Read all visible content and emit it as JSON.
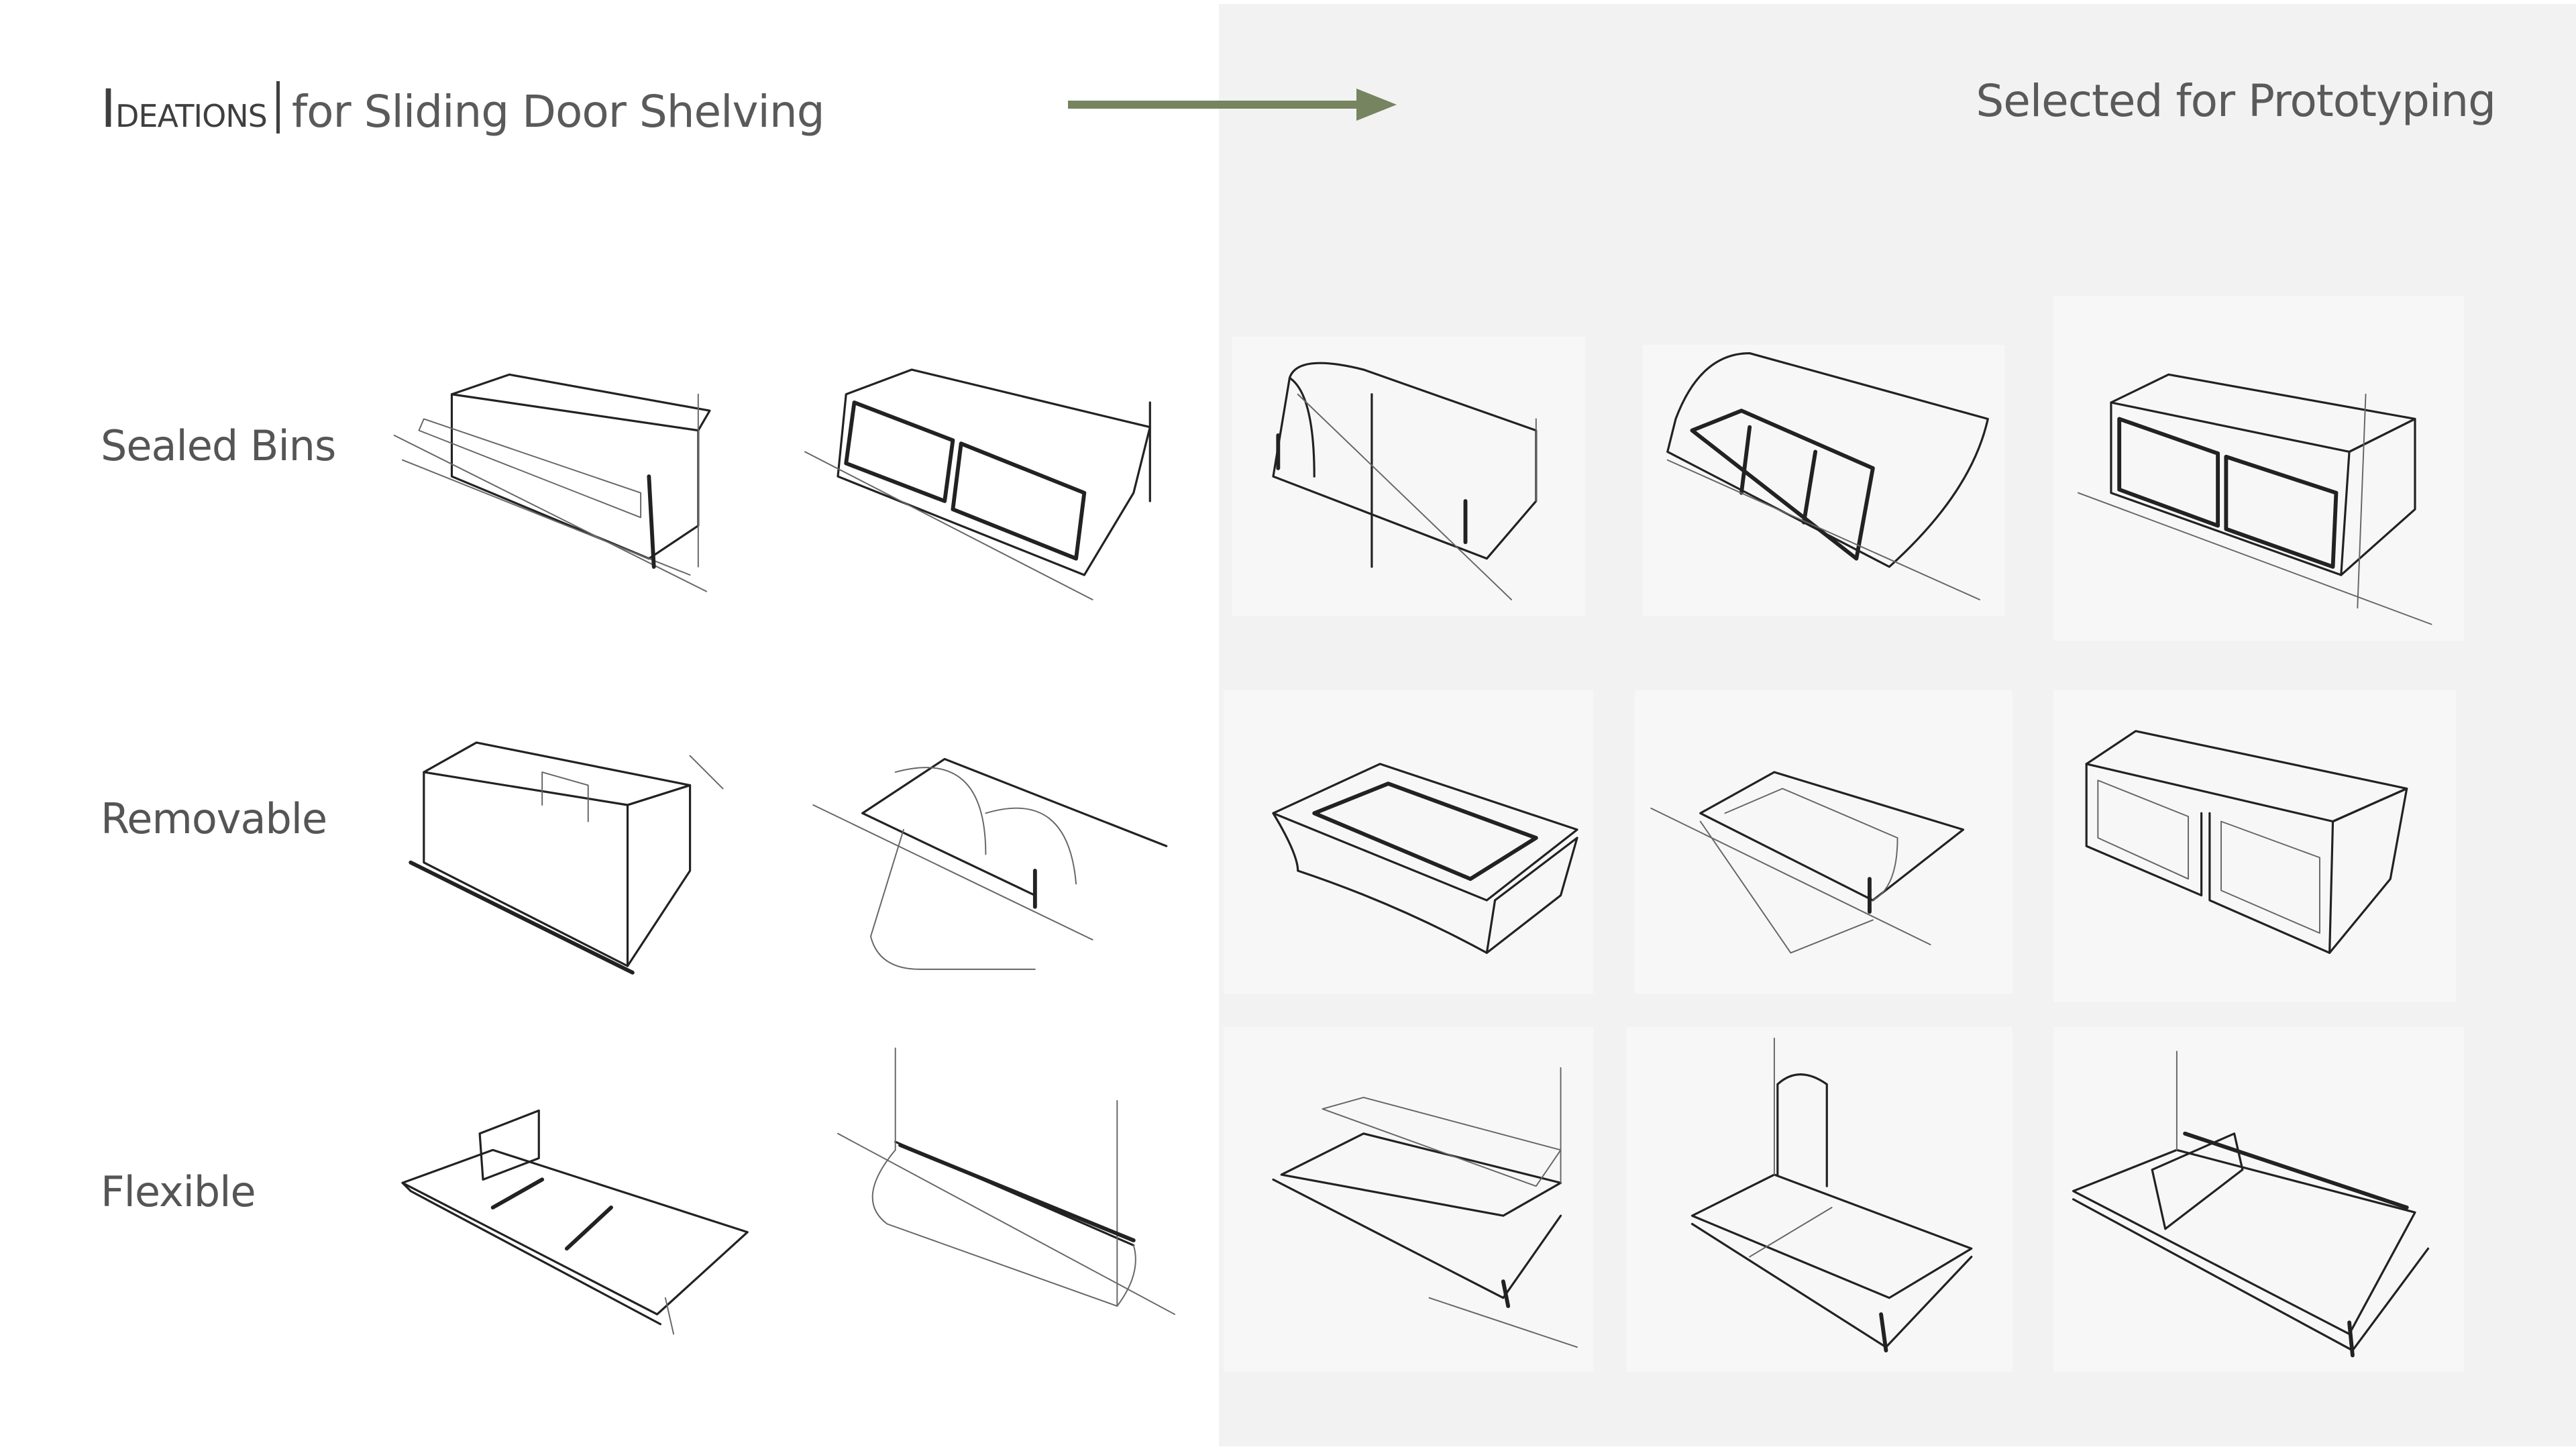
{
  "header": {
    "title_initial": "I",
    "title_rest": "deations",
    "subtitle": "for Sliding Door Shelving",
    "selected_label": "Selected for Prototyping"
  },
  "rows": [
    {
      "label": "Sealed Bins"
    },
    {
      "label": "Removable"
    },
    {
      "label": "Flexible"
    }
  ],
  "colors": {
    "arrow": "#76845f",
    "panel": "#f2f2f2",
    "text": "#555555"
  }
}
